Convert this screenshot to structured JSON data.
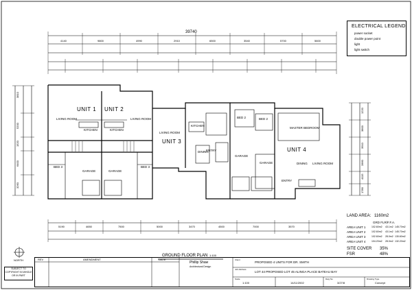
{
  "title": "GROUND FLOOR PLAN",
  "scale": "1:100",
  "legend": {
    "title": "ELECTRICAL LEGEND",
    "items": [
      "power socket",
      "double power point",
      "light",
      "light switch"
    ]
  },
  "units": [
    "UNIT 1",
    "UNIT 2",
    "UNIT 3",
    "UNIT 4"
  ],
  "rooms": {
    "u1_living": "LIVING ROOM",
    "u1_kitchen": "KITCHEN",
    "u1_bed": "BED 3",
    "u1_garage": "GARAGE",
    "u2_living": "LIVING ROOM",
    "u2_kitchen": "KITCHEN",
    "u2_bed": "BED 3",
    "u2_garage": "GARAGE",
    "u3_living": "LIVING ROOM",
    "u3_kitchen": "KITCHEN",
    "u3_dining": "DINING",
    "u3_bed2": "BED 2",
    "u3_garage": "GARAGE",
    "u3_entry": "ENTRY",
    "u4_bed2": "BED 2",
    "u4_master": "MASTER BEDROOM",
    "u4_living": "LIVING ROOM",
    "u4_dining": "DINING",
    "u4_garage": "GARAGE",
    "u4_entry": "ENTRY"
  },
  "dims": {
    "overall": "39740",
    "top2": [
      "4140",
      "9800",
      "4990",
      "2910",
      "6500",
      "3540",
      "5700",
      "5600"
    ],
    "bottom": [
      "5190",
      "4650",
      "7500",
      "5000",
      "3470",
      "4500",
      "7000",
      "3570"
    ],
    "left": [
      "3810",
      "5200",
      "1520",
      "6400",
      "3260"
    ],
    "right": [
      "1220",
      "3800",
      "3910",
      "2860",
      "4115",
      "1780"
    ]
  },
  "site": {
    "land_area_label": "LAND AREA:",
    "land_area": "1160m2",
    "gfa_title": "GRD FLR/F.F.A.",
    "areas": [
      {
        "label": "AREA UNIT 1",
        "a": "102.60m2",
        "b": "43.1m2",
        "c": "145.70m2"
      },
      {
        "label": "AREA UNIT 2",
        "a": "102.60m2",
        "b": "43.1m2",
        "c": "145.70m2"
      },
      {
        "label": "AREA UNIT 3",
        "a": "102.60m2",
        "b": "28.0m2",
        "c": "130.60m2"
      },
      {
        "label": "AREA UNIT 4",
        "a": "104.20m2",
        "b": "28.0m2",
        "c": "132.20m2"
      }
    ],
    "site_cover_label": "SITE COVER",
    "site_cover": "35%",
    "fsr_label": "FSR",
    "fsr": "48%"
  },
  "titleblock": {
    "rev": "REV",
    "amendment": "AMENDMENT",
    "date_h": "DATE",
    "firm": "Phillip Shaw",
    "firm_sub": "Architectural Design",
    "client_h": "Client",
    "client": "PROPOSED 4 UNITS FOR DR. SMITH",
    "job_h": "Job Address",
    "job": "LOT 44 PROPOSED LOT 45 ALINGA PLACE BATEAU BAY",
    "scale_h": "Scale",
    "scale": "1:100",
    "date": "14/11/2002",
    "drawn_h": "Dwg No",
    "drawn": "3/27/8",
    "type_h": "Drawing Type",
    "type": "Concept"
  },
  "copyright": "SUBJECT TO COPYRIGHT IN WHOLE OR IN PART",
  "north": "NORTH"
}
